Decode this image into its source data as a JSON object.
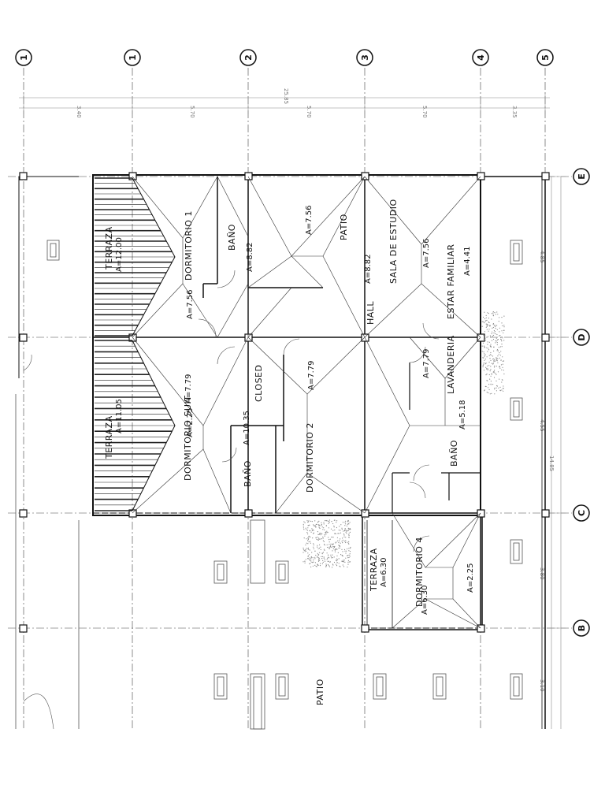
{
  "plan": {
    "column_axes": [
      "1",
      "1",
      "2",
      "3",
      "4",
      "5"
    ],
    "row_axes": [
      "E",
      "D",
      "C",
      "B"
    ],
    "top_dimensions": {
      "total": "25.85",
      "segments": [
        "3.40",
        "5.70",
        "5.70",
        "5.70",
        "3.35"
      ]
    },
    "right_dimensions": {
      "total": "14.85",
      "segments": [
        "4.85",
        "4.55",
        "3.80",
        "3.10"
      ]
    },
    "rooms": [
      {
        "name": "TERRAZA",
        "area": "A=12.00"
      },
      {
        "name": "TERRAZA",
        "area": "A=11.05"
      },
      {
        "name": "DORMITORIO 1",
        "area": "A=7.56"
      },
      {
        "name": "DORMITORIO SUIT",
        "area": "A=7.79"
      },
      {
        "name": "BAÑO",
        "area": "A=8.82"
      },
      {
        "name": "BAÑO",
        "area": "A=10.35"
      },
      {
        "name": "CLOSED",
        "area": ""
      },
      {
        "name": "PATIO",
        "area": "A=7.56"
      },
      {
        "name": "DORMITORIO 2",
        "area": "A=7.79"
      },
      {
        "name": "HALL",
        "area": "A=8.82"
      },
      {
        "name": "SALA DE ESTUDIO",
        "area": "A=7.56"
      },
      {
        "name": "ESTAR FAMILIAR",
        "area": "A=4.41"
      },
      {
        "name": "LAVANDERIA",
        "area": "A=7.79"
      },
      {
        "name": "BAÑO",
        "area": "A=5.18"
      },
      {
        "name": "TERRAZA",
        "area": "A=6.30"
      },
      {
        "name": "DORMITORIO 4",
        "area": "A=6.30"
      },
      {
        "name": "PATIO",
        "area": ""
      }
    ],
    "extra_areas": [
      "A=7.56",
      "A=7.56",
      "A=7.56",
      "A=7.56",
      "A=7.79",
      "A=7.79",
      "A=7.79",
      "A=7.79",
      "A=10.35",
      "A=2.25"
    ],
    "colors": {
      "line": "#111111",
      "dim": "#888888",
      "hatch": "#222222"
    }
  }
}
